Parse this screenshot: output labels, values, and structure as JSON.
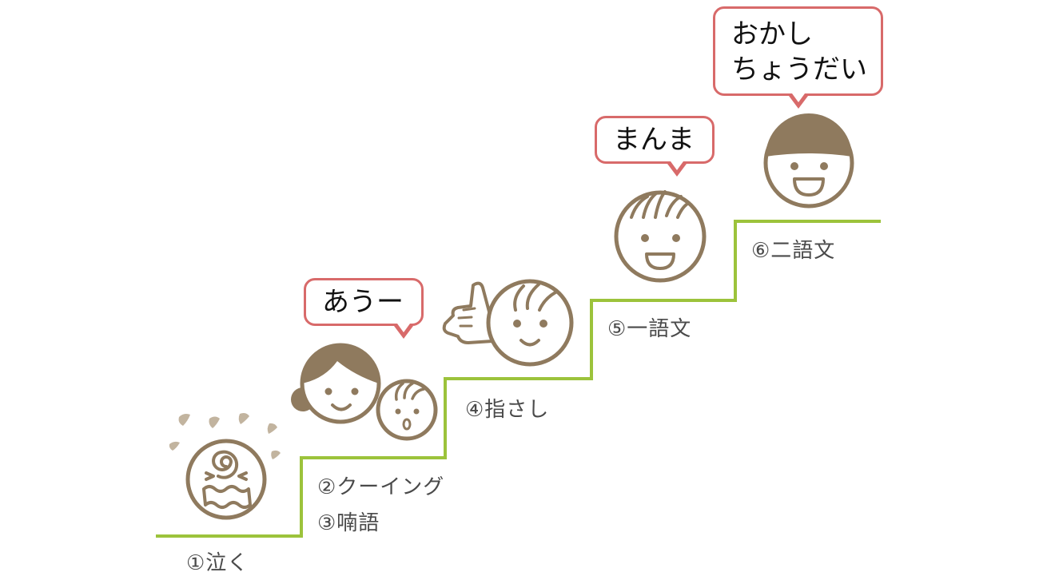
{
  "colors": {
    "stair_line": "#9cc33b",
    "face_stroke": "#8f7a5e",
    "hair_fill": "#8f7a5e",
    "bubble_border": "#d86a6a",
    "label_text": "#4a4a4a"
  },
  "stages": [
    {
      "label": "①泣く",
      "face_icon": "crying-baby-icon"
    },
    {
      "label": "②クーイング",
      "face_icon": "mother-and-baby-icon"
    },
    {
      "label": "③喃語",
      "face_icon": "mother-and-baby-icon"
    },
    {
      "label": "④指さし",
      "face_icon": "pointing-child-icon"
    },
    {
      "label": "⑤一語文",
      "face_icon": "toddler-icon"
    },
    {
      "label": "⑥二語文",
      "face_icon": "child-icon"
    }
  ],
  "speech_bubbles": [
    {
      "text": "あうー"
    },
    {
      "text": "まんま"
    },
    {
      "text": "おかし\nちょうだい"
    }
  ]
}
